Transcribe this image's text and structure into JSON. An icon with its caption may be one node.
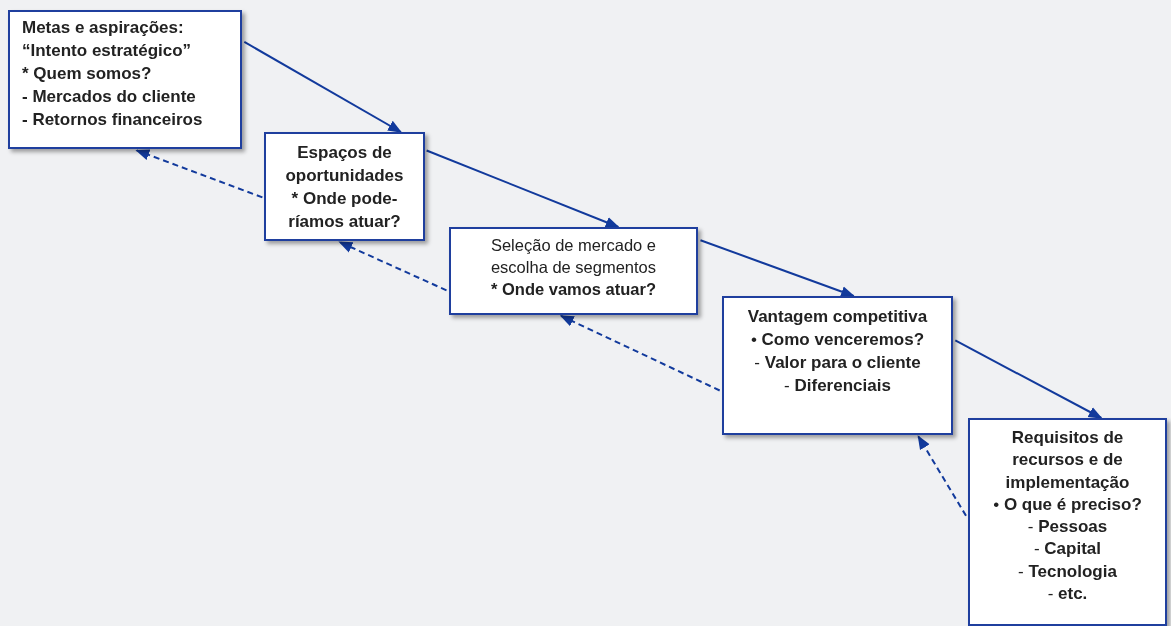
{
  "diagram": {
    "nodes": [
      {
        "text": [
          "Metas e aspirações: “Intento estratégico”",
          "* Quem somos?",
          "- Mercados do cliente",
          "- Retornos financeiros"
        ]
      },
      {
        "text": [
          "Espaços de oportunidades",
          "* Onde pode-ríamos atuar?"
        ]
      },
      {
        "text": [
          "Seleção de mercado e escolha de segmentos",
          "* Onde vamos atuar?"
        ]
      },
      {
        "text": [
          "Vantagem competitiva",
          "• **Como venceremos?**",
          "- **Valor para o cliente**",
          "- **Diferenciais**"
        ]
      },
      {
        "text": [
          "Requisitos de recursos e de implementação",
          "• **O que é preciso?**",
          "- **Pessoas**",
          "- **Capital**",
          "- **Tecnologia**",
          "- **etc.**"
        ]
      }
    ],
    "edges": [
      {
        "from": 0,
        "to": 1,
        "arrow": "to"
      },
      {
        "from": 1,
        "to": 2,
        "arrow": "to"
      },
      {
        "from": 2,
        "to": 3,
        "arrow": "to"
      },
      {
        "from": 3,
        "to": 4,
        "arrow": "to"
      },
      {
        "from": 1,
        "to": 0,
        "arrow": "to",
        "style": "dashed"
      },
      {
        "from": 2,
        "to": 1,
        "arrow": "to",
        "style": "dashed"
      },
      {
        "from": 3,
        "to": 2,
        "arrow": "to",
        "style": "dashed"
      },
      {
        "from": 4,
        "to": 3,
        "arrow": "to",
        "style": "dashed"
      }
    ]
  }
}
